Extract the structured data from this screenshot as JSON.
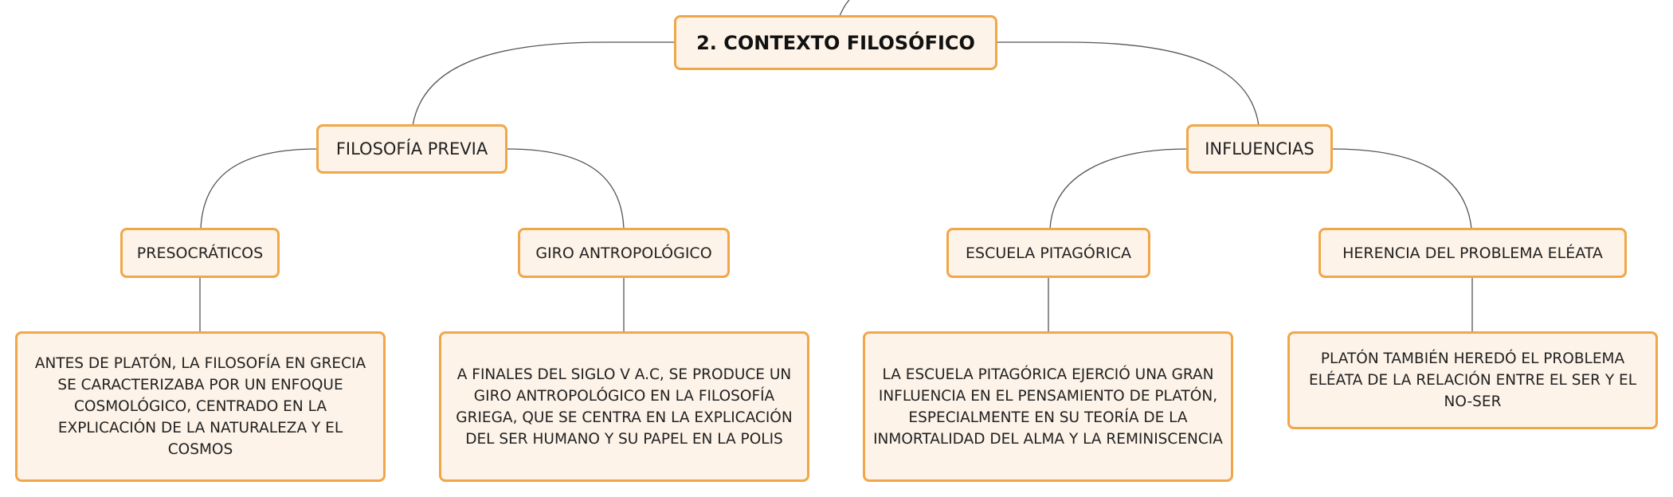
{
  "root": {
    "label": "2. CONTEXTO FILOSÓFICO"
  },
  "branches": [
    {
      "label": "FILOSOFÍA PREVIA",
      "children": [
        {
          "label": "PRESOCRÁTICOS",
          "detail": "ANTES DE PLATÓN, LA FILOSOFÍA EN GRECIA SE CARACTERIZABA POR UN ENFOQUE COSMOLÓGICO, CENTRADO EN LA EXPLICACIÓN DE LA NATURALEZA Y EL COSMOS"
        },
        {
          "label": "GIRO ANTROPOLÓGICO",
          "detail": "A FINALES DEL SIGLO V A.C, SE PRODUCE UN GIRO ANTROPOLÓGICO EN LA FILOSOFÍA GRIEGA, QUE SE CENTRA EN LA EXPLICACIÓN DEL SER HUMANO Y SU PAPEL EN LA POLIS"
        }
      ]
    },
    {
      "label": "INFLUENCIAS",
      "children": [
        {
          "label": "ESCUELA PITAGÓRICA",
          "detail": "LA ESCUELA PITAGÓRICA EJERCIÓ UNA GRAN INFLUENCIA EN EL PENSAMIENTO DE PLATÓN, ESPECIALMENTE EN SU TEORÍA DE LA INMORTALIDAD DEL ALMA Y LA REMINISCENCIA"
        },
        {
          "label": "HERENCIA DEL PROBLEMA ELÉATA",
          "detail": "PLATÓN TAMBIÉN HEREDÓ EL PROBLEMA ELÉATA DE LA RELACIÓN ENTRE EL SER Y EL NO-SER"
        }
      ]
    }
  ],
  "colors": {
    "node_fill": "#fdf3e8",
    "node_border": "#f0a74a",
    "connector": "#555555"
  }
}
